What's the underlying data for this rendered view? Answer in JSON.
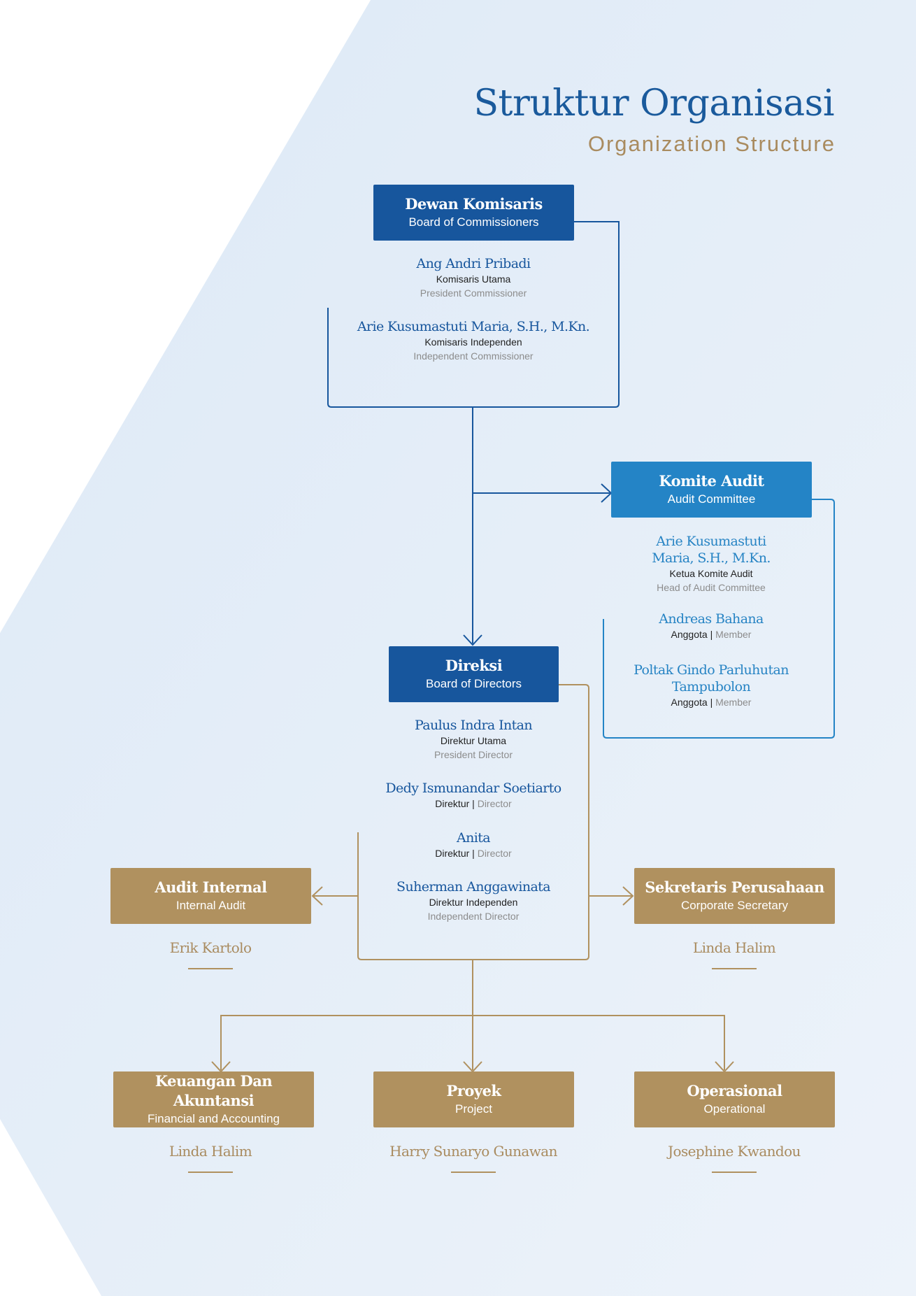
{
  "header": {
    "title": "Struktur Organisasi",
    "subtitle": "Organization Structure"
  },
  "colors": {
    "navy": "#17569d",
    "blue": "#2484c6",
    "gold": "#b0915f"
  },
  "board_of_commissioners": {
    "title": "Dewan Komisaris",
    "subtitle": "Board of Commissioners",
    "members": [
      {
        "name": "Ang Andri Pribadi",
        "role": "Komisaris Utama",
        "role_en": "President Commissioner"
      },
      {
        "name": "Arie Kusumastuti Maria, S.H., M.Kn.",
        "role": "Komisaris Independen",
        "role_en": "Independent Commissioner"
      }
    ]
  },
  "audit_committee": {
    "title": "Komite Audit",
    "subtitle": "Audit Committee",
    "members": [
      {
        "name_line1": "Arie Kusumastuti",
        "name_line2": "Maria, S.H., M.Kn.",
        "role": "Ketua Komite Audit",
        "role_en": "Head of Audit Committee"
      },
      {
        "name": "Andreas Bahana",
        "role": "Anggota",
        "separator": " | ",
        "role_en": "Member"
      },
      {
        "name_line1": "Poltak Gindo Parluhutan",
        "name_line2": "Tampubolon",
        "role": "Anggota",
        "separator": " | ",
        "role_en": "Member"
      }
    ]
  },
  "board_of_directors": {
    "title": "Direksi",
    "subtitle": "Board of Directors",
    "members": [
      {
        "name": "Paulus Indra Intan",
        "role": "Direktur Utama",
        "role_en": "President Director"
      },
      {
        "name": "Dedy Ismunandar Soetiarto",
        "role": "Direktur",
        "separator": " | ",
        "role_en": "Director"
      },
      {
        "name": "Anita",
        "role": "Direktur",
        "separator": " | ",
        "role_en": "Director"
      },
      {
        "name": "Suherman Anggawinata",
        "role": "Direktur Independen",
        "role_en": "Independent Director"
      }
    ]
  },
  "internal_audit": {
    "title": "Audit Internal",
    "subtitle": "Internal Audit",
    "person": "Erik Kartolo"
  },
  "corporate_secretary": {
    "title": "Sekretaris Perusahaan",
    "subtitle": "Corporate Secretary",
    "person": "Linda Halim"
  },
  "divisions": [
    {
      "title": "Keuangan Dan Akuntansi",
      "subtitle": "Financial and Accounting",
      "person": "Linda Halim"
    },
    {
      "title": "Proyek",
      "subtitle": "Project",
      "person": "Harry Sunaryo Gunawan"
    },
    {
      "title": "Operasional",
      "subtitle": "Operational",
      "person": "Josephine Kwandou"
    }
  ]
}
